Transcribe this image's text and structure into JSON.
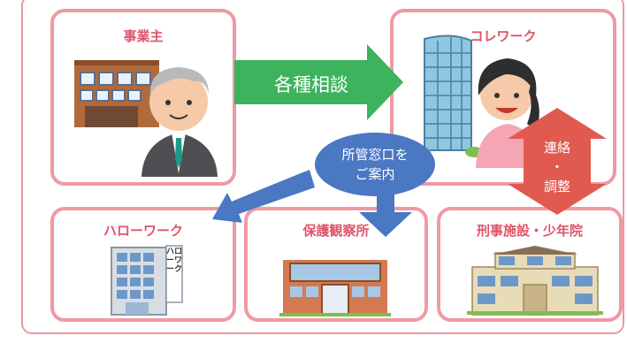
{
  "boxes": {
    "employer": "事業主",
    "corework": "コレワーク",
    "hellowork": "ハローワーク",
    "probation": "保護観察所",
    "correctional": "刑事施設・少年院"
  },
  "arrows": {
    "consult": "各種相談",
    "refer_line1": "所管窓口を",
    "refer_line2": "ご案内",
    "coord_line1": "連絡",
    "coord_dot": "・",
    "coord_line2": "調整"
  },
  "signage": {
    "hellowork_sign": "ハローワーク"
  },
  "colors": {
    "box_border": "#ef9aa3",
    "title_text": "#e0546a",
    "consult_arrow": "#3db35d",
    "refer_arrow": "#4a78c2",
    "coord_arrow": "#e05a4f"
  }
}
